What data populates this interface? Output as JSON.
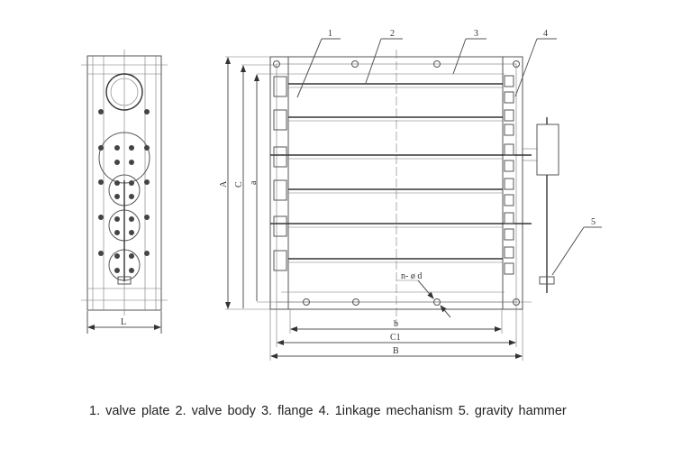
{
  "callouts": [
    "1",
    "2",
    "3",
    "4",
    "5"
  ],
  "dimensions": {
    "A": "A",
    "C": "C",
    "a": "a",
    "b": "b",
    "C1": "C1",
    "B": "B",
    "L": "L",
    "hole": "n- ø d"
  },
  "caption": "1.   valve plate 2.   valve body 3.   flange 4.   1inkage mechanism 5.   gravity hammer",
  "colors": {
    "line": "#555555",
    "background": "#ffffff"
  }
}
